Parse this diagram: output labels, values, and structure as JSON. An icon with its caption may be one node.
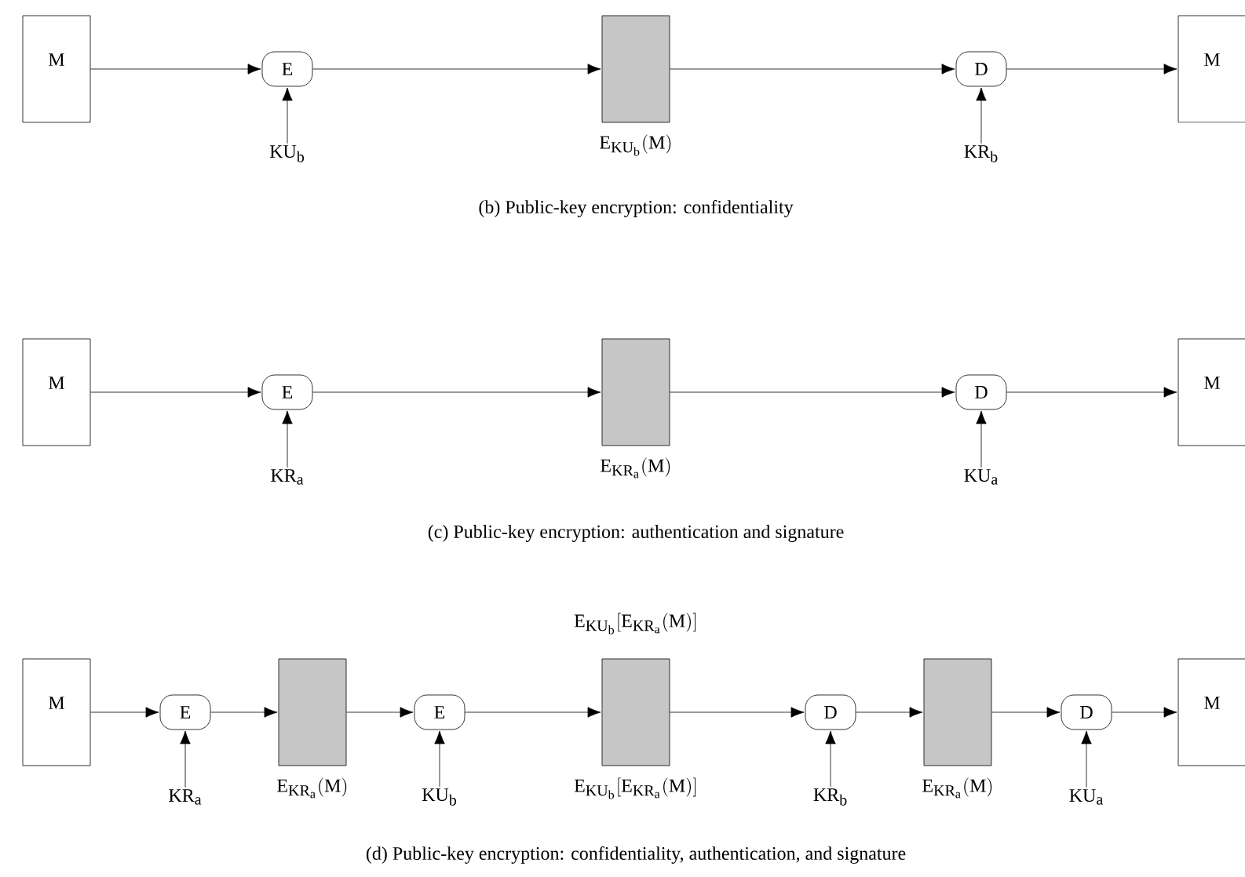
{
  "diagram": {
    "nodes": [
      {
        "text": [
          "M"
        ]
      },
      {
        "text": [
          "E"
        ]
      },
      {
        "text": [],
        "shape": "box",
        "beside": [
          "\\mathrm{E}_{KU_b}(M)"
        ]
      },
      {
        "text": [
          "D"
        ]
      },
      {
        "text": [
          "M"
        ]
      },
      {
        "text": [
          "KU_b"
        ]
      },
      {
        "text": [
          "KR_b"
        ]
      },
      {
        "text": [
          "M"
        ]
      },
      {
        "text": [
          "E"
        ]
      },
      {
        "text": [],
        "shape": "box",
        "beside": [
          "\\mathrm{E}_{KR_a}(M)"
        ]
      },
      {
        "text": [
          "D"
        ]
      },
      {
        "text": [
          "M"
        ]
      },
      {
        "text": [
          "KR_a"
        ]
      },
      {
        "text": [
          "KU_a"
        ]
      },
      {
        "text": [
          "M"
        ]
      },
      {
        "text": [
          "E"
        ]
      },
      {
        "text": [],
        "shape": "box",
        "beside": [
          "\\mathrm{E}_{KR_a}(M)"
        ]
      },
      {
        "text": [
          "E"
        ]
      },
      {
        "text": [],
        "shape": "box",
        "beside": [
          "\\mathrm{E}_{KU_b}[\\mathrm{E}_{KR_a}(M)]",
          "\\mathrm{E}_{KU_b}[\\mathrm{E}_{KR_a}(M)]"
        ]
      },
      {
        "text": [
          "D"
        ]
      },
      {
        "text": [],
        "shape": "box",
        "beside": [
          "\\mathrm{E}_{KR_a}(M)"
        ]
      },
      {
        "text": [
          "D"
        ]
      },
      {
        "text": [
          "M"
        ]
      },
      {
        "text": [
          "KR_a"
        ]
      },
      {
        "text": [
          "KU_b"
        ]
      },
      {
        "text": [
          "KR_b"
        ]
      },
      {
        "text": [
          "KU_a"
        ]
      }
    ],
    "edges": [
      {
        "from": 0,
        "to": 1,
        "arrow": "to"
      },
      {
        "from": 5,
        "to": 1,
        "arrow": "to"
      },
      {
        "from": 1,
        "to": 2,
        "arrow": "to"
      },
      {
        "from": 2,
        "to": 3,
        "arrow": "to"
      },
      {
        "from": 6,
        "to": 3,
        "arrow": "to"
      },
      {
        "from": 3,
        "to": 4,
        "arrow": "to"
      },
      {
        "from": 7,
        "to": 8,
        "arrow": "to"
      },
      {
        "from": 12,
        "to": 8,
        "arrow": "to"
      },
      {
        "from": 8,
        "to": 9,
        "arrow": "to"
      },
      {
        "from": 9,
        "to": 10,
        "arrow": "to"
      },
      {
        "from": 13,
        "to": 10,
        "arrow": "to"
      },
      {
        "from": 10,
        "to": 11,
        "arrow": "to"
      },
      {
        "from": 14,
        "to": 15,
        "arrow": "to"
      },
      {
        "from": 23,
        "to": 15,
        "arrow": "to"
      },
      {
        "from": 15,
        "to": 16,
        "arrow": "to"
      },
      {
        "from": 16,
        "to": 17,
        "arrow": "to"
      },
      {
        "from": 24,
        "to": 17,
        "arrow": "to"
      },
      {
        "from": 17,
        "to": 18,
        "arrow": "to"
      },
      {
        "from": 18,
        "to": 19,
        "arrow": "to"
      },
      {
        "from": 25,
        "to": 19,
        "arrow": "to"
      },
      {
        "from": 19,
        "to": 20,
        "arrow": "to"
      },
      {
        "from": 20,
        "to": 21,
        "arrow": "to"
      },
      {
        "from": 26,
        "to": 21,
        "arrow": "to"
      },
      {
        "from": 21,
        "to": 22,
        "arrow": "to"
      }
    ],
    "labels": [
      "(b) Public-key encryption: confidentiality",
      "(c) Public-key encryption: authentication and signature",
      "(d) Public-key encryption: confidentiality, authentication, and signature"
    ]
  }
}
